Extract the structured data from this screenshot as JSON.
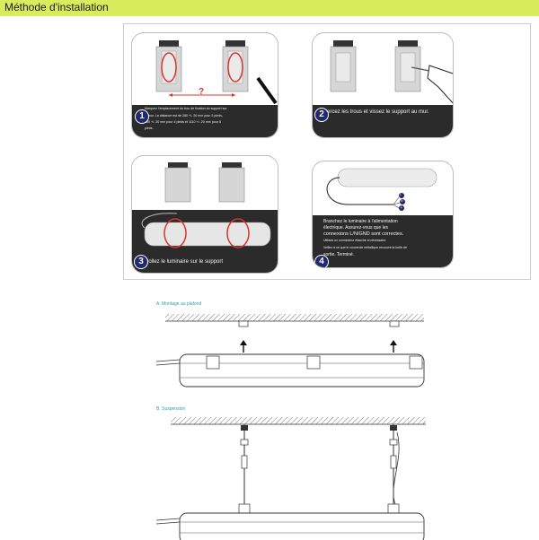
{
  "header": {
    "title": "Méthode d'installation",
    "bg_color": "#d8ec5c"
  },
  "steps": [
    {
      "number": "1",
      "text_line1": "Marquez l'emplacement du trou de fixation du support sur",
      "text_line2": "le mur. La distance est de 280 +/- 20 mm pour 2 pieds,",
      "text_line3": "830 +/- 20 mm pour 4 pieds et 1110 +/- 20 mm pour 5",
      "text_line4": "pieds.",
      "question_mark": "?"
    },
    {
      "number": "2",
      "text": "Percez les trous et vissez le support au mur."
    },
    {
      "number": "3",
      "text": "Collez le luminaire sur le support"
    },
    {
      "number": "4",
      "text_line1": "Branchez le luminaire à l'alimentation",
      "text_line2": "électrique. Assurez-vous que les",
      "text_line3": "connexions L/N/GND sont correctes.",
      "text_line4": "Utilisez un connecteur étanche si nécessaire.",
      "text_line5": "Veillez à ce que le couvercle métallique recouvre la boîte de",
      "text_line6": "sortie. Terminé.",
      "wire_labels": [
        "L",
        "N",
        "⏚"
      ]
    }
  ],
  "diagram_a": {
    "label": "A. Montage au plafond"
  },
  "diagram_b": {
    "label": "B. Suspension"
  },
  "colors": {
    "badge": "#1f2a6e",
    "dark_band": "#2b2b2b",
    "highlight": "#d9342b",
    "caption": "#2aa0b5"
  }
}
